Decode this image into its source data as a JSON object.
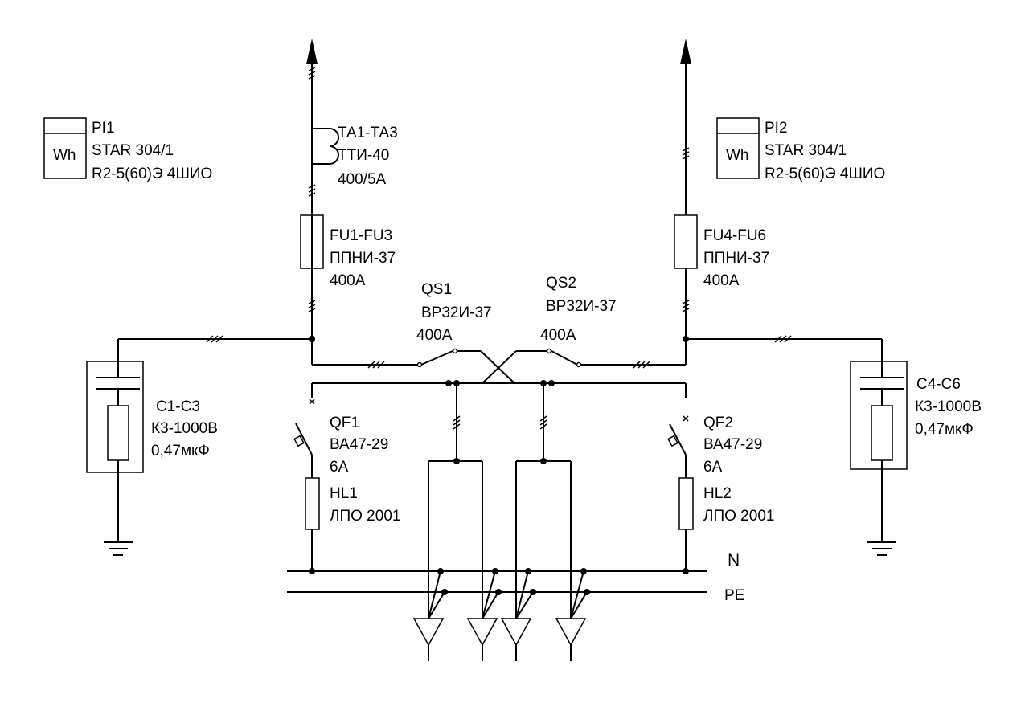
{
  "meter_left": {
    "symbol": "Wh",
    "label1": "PI1",
    "label2": "STAR 304/1",
    "label3": "R2-5(60)Э 4ШИО"
  },
  "meter_right": {
    "symbol": "Wh",
    "label1": "PI2",
    "label2": "STAR 304/1",
    "label3": "R2-5(60)Э 4ШИО"
  },
  "ct": {
    "label1": "ТА1-ТА3",
    "label2": "ТТИ-40",
    "label3": "400/5А"
  },
  "fuse_left": {
    "label1": "FU1-FU3",
    "label2": "ППНИ-37",
    "label3": "400А"
  },
  "fuse_right": {
    "label1": "FU4-FU6",
    "label2": "ППНИ-37",
    "label3": "400А"
  },
  "switch_left": {
    "label1": "QS1",
    "label2": "ВР32И-37",
    "label3": "400А"
  },
  "switch_right": {
    "label1": "QS2",
    "label2": "ВР32И-37",
    "label3": "400А"
  },
  "cap_left": {
    "label1": "С1-С3",
    "label2": "К3-1000В",
    "label3": "0,47мкФ"
  },
  "cap_right": {
    "label1": "С4-С6",
    "label2": "К3-1000В",
    "label3": "0,47мкФ"
  },
  "breaker_left": {
    "label1": "QF1",
    "label2": "ВА47-29",
    "label3": "6А"
  },
  "breaker_right": {
    "label1": "QF2",
    "label2": "ВА47-29",
    "label3": "6А"
  },
  "lamp_left": {
    "label1": "HL1",
    "label2": "ЛПО 2001"
  },
  "lamp_right": {
    "label1": "HL2",
    "label2": "ЛПО 2001"
  },
  "bus": {
    "n": "N",
    "pe": "PE"
  }
}
